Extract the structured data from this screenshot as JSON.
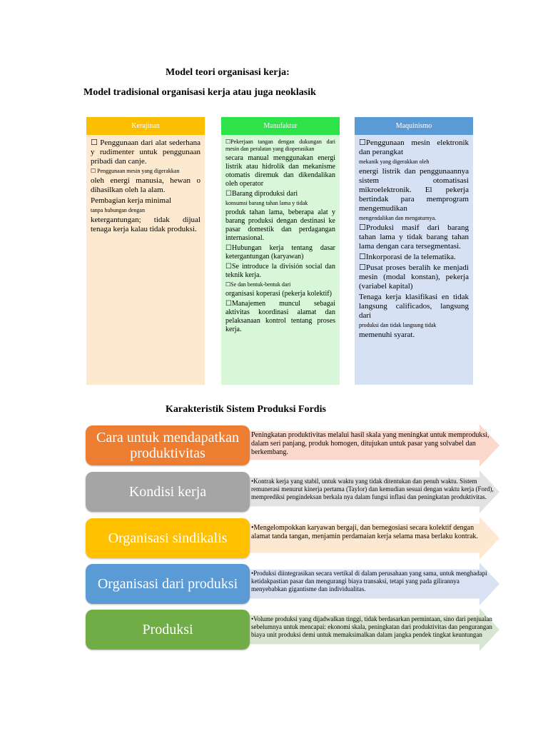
{
  "title_main": "Model teori organisasi kerja:",
  "title_sub": "Model tradisional organisasi kerja atau juga neoklasik",
  "columns": [
    {
      "header": "Kerajinan",
      "items": [
        "Penggunaan dari alat sederhana y rudimenter untuk penggunaan pribadi dan canje.",
        "Penggunaan mesin yang digerakkan",
        "oleh energi manusia, hewan o dihasilkan oleh la alam.",
        "Pembagian kerja minimal",
        "tanpa hubungan dengan",
        "ketergantungan; tidak dijual tenaga kerja kalau tidak produksi."
      ]
    },
    {
      "header": "Manufaktur",
      "items": [
        "Pekerjaan tangan dengan dukungan dari mesin dan peralatan yang dioperasikan",
        "secara manual menggunakan energi listrik atau hidrolik dan mekanisme otomatis diremuk dan dikendalikan oleh operator",
        "Barang diproduksi dari",
        "konsumsi barang tahan lama y tidak",
        "produk tahan lama, beberapa alat y barang produksi dengan destinasi ke pasar domestik dan perdagangan internasional.",
        "Hubungan kerja tentang dasar ketergantungan (karyawan)",
        "Se introduce la división social dan teknik kerja.",
        "Se dan bentuk-bentuk dari",
        "organisasi koperasi (pekerja kolektif)",
        "Manajemen muncul sebagai aktivitas koordinasi alamat dan pelaksanaan kontrol tentang proses kerja."
      ]
    },
    {
      "header": "Maquinismo",
      "items": [
        "Penggunaan mesin elektronik dan perangkat",
        "mekanik yang digerakkan oleh",
        "energi listrik dan penggunaannya sistem otomatisasi mikroelektronik. El pekerja bertindak para memprogram mengemudikan",
        "mengendalikan dan mengaturnya.",
        "Produksi masif dari barang tahan lama y tidak barang tahan lama dengan cara tersegmentasi.",
        "Inkorporasi de la telematika.",
        "Pusat proses beralih ke menjadi mesin (modal konstan), pekerja (variabel kapital)",
        "Tenaga kerja klasifikasi en tidak langsung calificados, langsung dari",
        "produksi dan tidak langsung tidak",
        "memenuhi syarat."
      ]
    }
  ],
  "section2_title": "Karakteristik Sistem Produksi Fordis",
  "rows": [
    {
      "label": "Cara untuk mendapatkan produktivitas",
      "text": "Peningkatan produktivitas melalui hasil skala yang meningkat untuk memproduksi, dalam seri panjang, produk homogen, ditujukan untuk pasar yang solvabel dan berkembang."
    },
    {
      "label": "Kondisi kerja",
      "text": "•Kontrak kerja yang stabil, untuk waktu yang tidak ditentukan dan penuh waktu. Sistem remunerasi menurut kinerja pertama (Taylor) dan kemudian sesuai dengan waktu kerja (Ford), memprediksi pengindeksan berkala nya dalam fungsi inflasi dan peningkatan produktivitas."
    },
    {
      "label": "Organisasi sindikalis",
      "text": "•Mengelompokkan karyawan bergaji, dan bernegosiasi secara kolektif dengan alamat tanda tangan, menjamin perdamaian kerja selama masa berlaku kontrak."
    },
    {
      "label": "Organisasi dari produksi",
      "text": "•Produksi diintegrasikan secara vertikal di dalam perusahaan yang sama, untuk menghadapi ketidakpastian pasar dan mengurangi biaya transaksi, tetapi yang pada gilirannya menyebabkan gigantisme dan individualitas."
    },
    {
      "label": "Produksi",
      "text": "•Volume produksi yang dijadwalkan tinggi, tidak berdasarkan permintaan, sino dari penjualan sebelumnya untuk mencapai: ekonomi skala, peningkatan dari produktivitas dan pengurangan biaya unit produksi demi untuk memaksimalkan dalam jangka pendek tingkat keuntungan"
    }
  ]
}
